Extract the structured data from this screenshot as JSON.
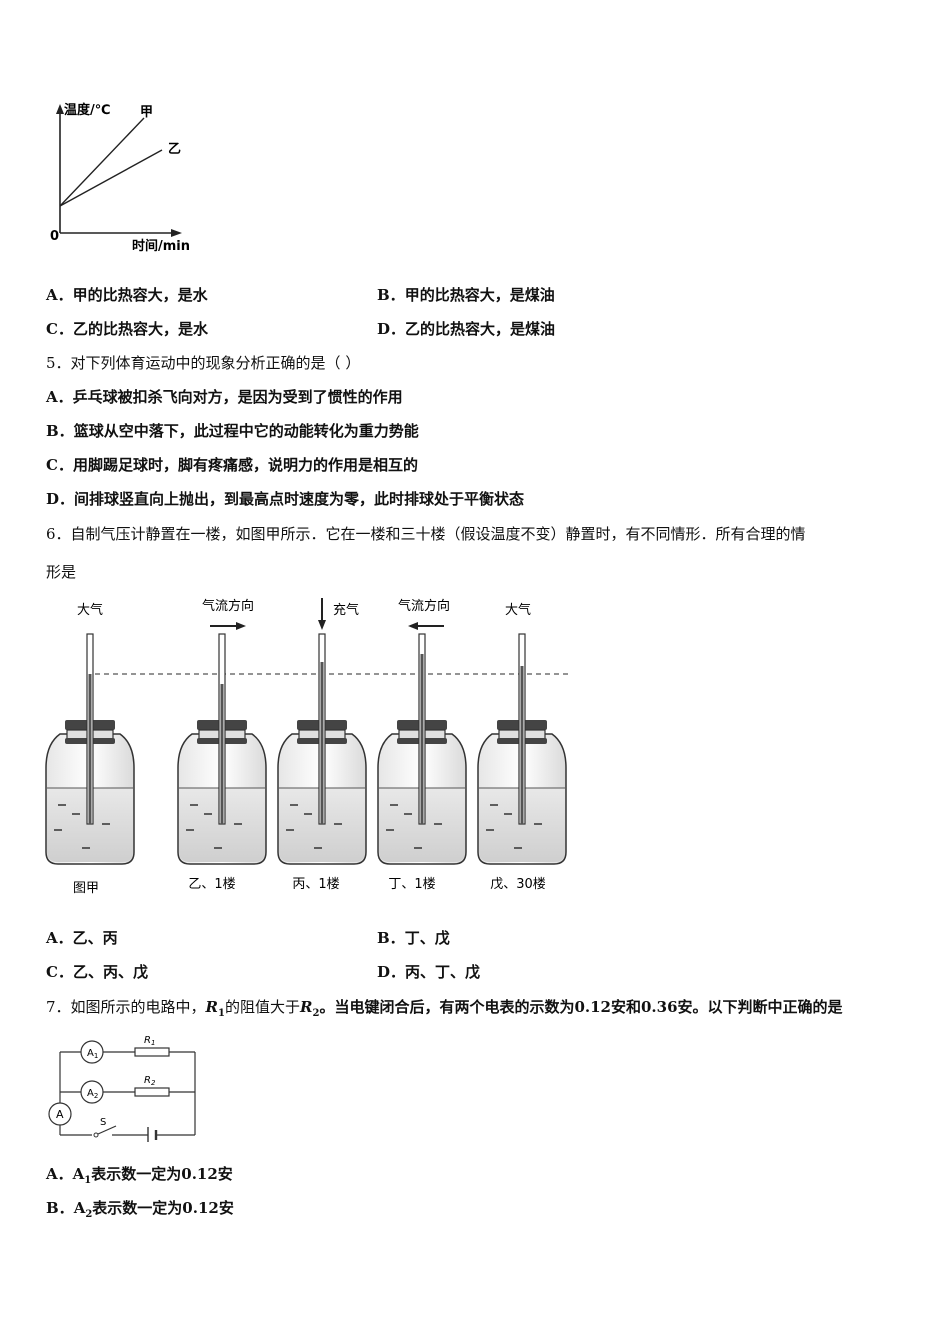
{
  "graph": {
    "y_axis_label": "温度/℃",
    "x_axis_label": "时间/min",
    "origin_label": "0",
    "line_a_label": "甲",
    "line_b_label": "乙"
  },
  "q4": {
    "options": [
      {
        "letter": "A．",
        "text": "甲的比热容大，是水"
      },
      {
        "letter": "B．",
        "text": "甲的比热容大，是煤油"
      },
      {
        "letter": "C．",
        "text": "乙的比热容大，是水"
      },
      {
        "letter": "D．",
        "text": "乙的比热容大，是煤油"
      }
    ]
  },
  "q5": {
    "stem": "5．对下列体育运动中的现象分析正确的是（ ）",
    "options": [
      {
        "letter": "A．",
        "text": "乒乓球被扣杀飞向对方，是因为受到了惯性的作用"
      },
      {
        "letter": "B．",
        "text": "篮球从空中落下，此过程中它的动能转化为重力势能"
      },
      {
        "letter": "C．",
        "text": "用脚踢足球时，脚有疼痛感，说明力的作用是相互的"
      },
      {
        "letter": "D．",
        "text": "间排球竖直向上抛出，到最高点时速度为零，此时排球处于平衡状态"
      }
    ]
  },
  "q6": {
    "stem_line1": "6．自制气压计静置在一楼，如图甲所示．它在一楼和三十楼（假设温度不变）静置时，有不同情形．所有合理的情",
    "stem_line2": "形是",
    "bottles": [
      {
        "top_label": "大气",
        "caption": "图甲"
      },
      {
        "top_label": "气流方向",
        "caption": "乙、1楼"
      },
      {
        "top_label": "充气",
        "caption": "丙、1楼"
      },
      {
        "top_label": "气流方向",
        "caption": "丁、1楼"
      },
      {
        "top_label": "大气",
        "caption": "戊、30楼"
      }
    ],
    "options": [
      {
        "letter": "A．",
        "text": "乙、丙"
      },
      {
        "letter": "B．",
        "text": "丁、戊"
      },
      {
        "letter": "C．",
        "text": "乙、丙、戊"
      },
      {
        "letter": "D．",
        "text": "丙、丁、戊"
      }
    ]
  },
  "q7": {
    "stem_num": "7．如图所示的电路中，",
    "r1": "R",
    "r1_sub": "1",
    "stem_mid1": "的阻值大于",
    "r2": "R",
    "r2_sub": "2",
    "stem_rest": "。当电键闭合后，有两个电表的示数为0.12安和0.36安。以下判断中正确的是",
    "circuit": {
      "a1": "A",
      "a1_sub": "1",
      "a2": "A",
      "a2_sub": "2",
      "a": "A",
      "r1": "R",
      "r1_sub": "1",
      "r2": "R",
      "r2_sub": "2",
      "switch": "S"
    },
    "options": [
      {
        "letter": "A．",
        "meter": "A",
        "meter_sub": "1",
        "text": "表示数一定为0.12安"
      },
      {
        "letter": "B．",
        "meter": "A",
        "meter_sub": "2",
        "text": "表示数一定为0.12安"
      }
    ]
  }
}
